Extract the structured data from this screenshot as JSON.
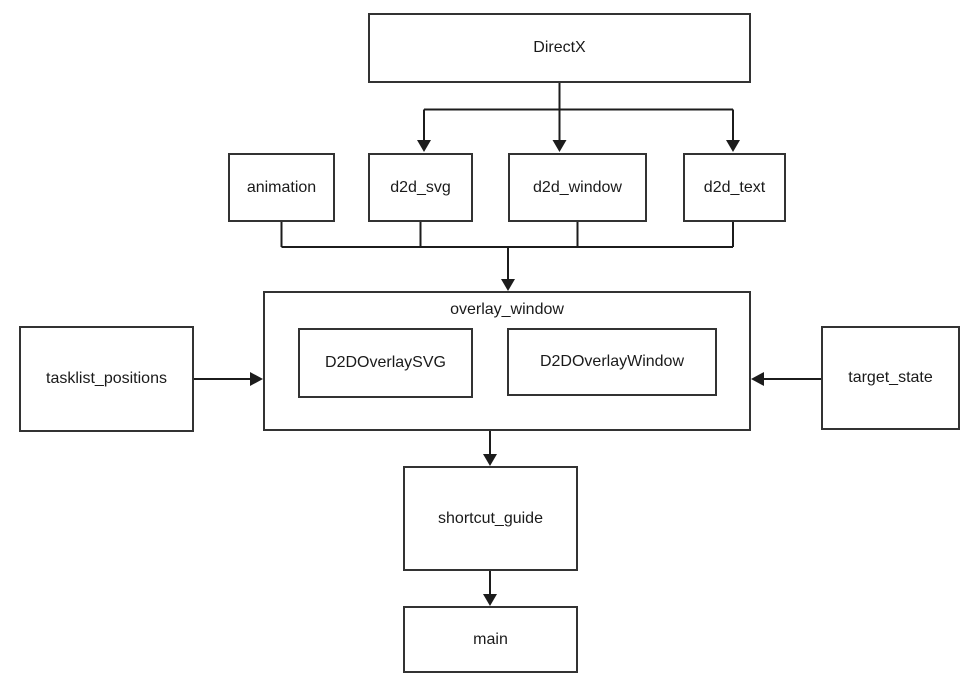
{
  "diagram": {
    "type": "module-dependency-flowchart",
    "colors": {
      "background": "#ffffff",
      "box_border": "#333333",
      "connector": "#1c1c1c",
      "text": "#1a1a1a"
    },
    "nodes": {
      "directx": {
        "label": "DirectX"
      },
      "animation": {
        "label": "animation"
      },
      "d2d_svg": {
        "label": "d2d_svg"
      },
      "d2d_window": {
        "label": "d2d_window"
      },
      "d2d_text": {
        "label": "d2d_text"
      },
      "overlay_window": {
        "label": "overlay_window"
      },
      "d2d_overlay_svg": {
        "label": "D2DOverlaySVG"
      },
      "d2d_overlay_window": {
        "label": "D2DOverlayWindow"
      },
      "tasklist_positions": {
        "label": "tasklist_positions"
      },
      "target_state": {
        "label": "target_state"
      },
      "shortcut_guide": {
        "label": "shortcut_guide"
      },
      "main": {
        "label": "main"
      }
    },
    "edges": [
      {
        "from": "DirectX",
        "to": "d2d_svg"
      },
      {
        "from": "DirectX",
        "to": "d2d_window"
      },
      {
        "from": "DirectX",
        "to": "d2d_text"
      },
      {
        "from": "animation",
        "to": "overlay_window"
      },
      {
        "from": "d2d_svg",
        "to": "overlay_window"
      },
      {
        "from": "d2d_window",
        "to": "overlay_window"
      },
      {
        "from": "d2d_text",
        "to": "overlay_window"
      },
      {
        "from": "tasklist_positions",
        "to": "overlay_window"
      },
      {
        "from": "target_state",
        "to": "overlay_window"
      },
      {
        "from": "overlay_window",
        "to": "shortcut_guide"
      },
      {
        "from": "shortcut_guide",
        "to": "main"
      }
    ]
  }
}
